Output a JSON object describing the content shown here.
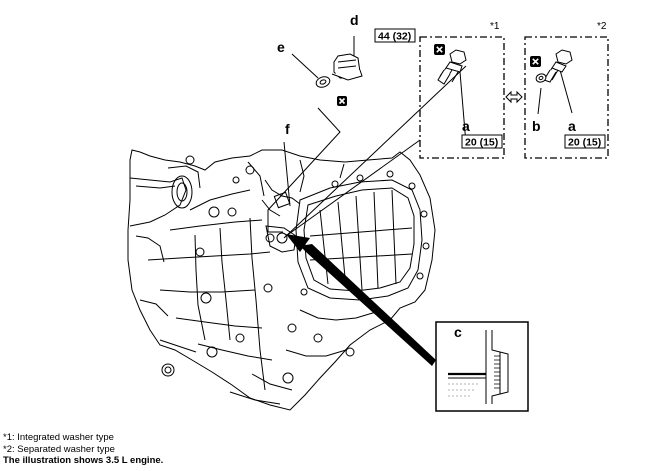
{
  "callouts": {
    "a1": "a",
    "a2": "a",
    "b": "b",
    "c": "c",
    "d": "d",
    "e": "e",
    "f": "f"
  },
  "torque": {
    "drain_bolt": "44 (32)",
    "integrated_bolt": "20 (15)",
    "separated_bolt": "20 (15)"
  },
  "boxes": {
    "integrated_marker": "*1",
    "separated_marker": "*2"
  },
  "notes": {
    "line1": "*1: Integrated washer type",
    "line2": "*2: Separated washer type",
    "line3": "The illustration shows 3.5 L engine."
  }
}
